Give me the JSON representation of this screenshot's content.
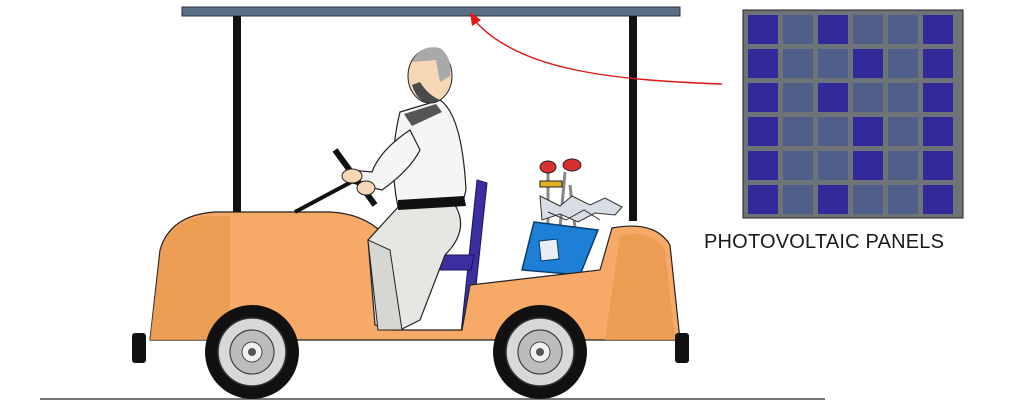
{
  "panel_label": "PHOTOVOLTAIC PANELS",
  "colors": {
    "roof": "#5a6e86",
    "cart_body": "#f7a967",
    "cart_shade": "#e79a50",
    "panel_frame": "#6e7378",
    "cell_dark": "#32299a",
    "cell_light": "#4f5f8a",
    "arrow": "#e01818",
    "seat": "#3b2fa0",
    "bag": "#1e7fd6"
  },
  "panel_grid": {
    "rows": 6,
    "cols": 6,
    "pattern": [
      [
        1,
        0,
        1,
        0,
        0,
        1
      ],
      [
        1,
        0,
        0,
        1,
        0,
        1
      ],
      [
        1,
        0,
        1,
        0,
        0,
        1
      ],
      [
        1,
        0,
        0,
        1,
        0,
        1
      ],
      [
        1,
        0,
        0,
        1,
        0,
        1
      ],
      [
        1,
        0,
        1,
        0,
        0,
        1
      ]
    ]
  }
}
